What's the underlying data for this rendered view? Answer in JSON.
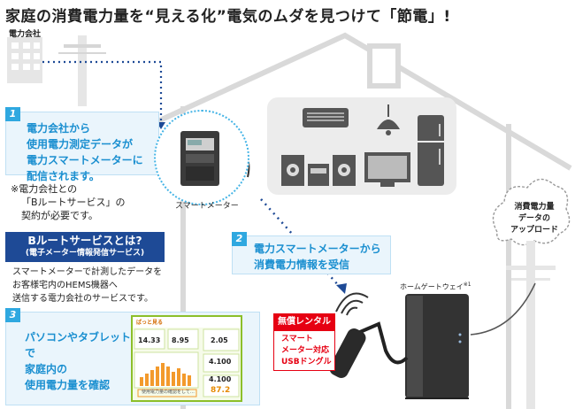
{
  "headline": "家庭の消費電力量を“見える化”電気のムダを見つけて「節電」!",
  "power_company_label": "電力会社",
  "step1": {
    "number": "1",
    "lines": [
      "電力会社から",
      "使用電力測定データが",
      "電力スマートメーターに",
      "配信されます。"
    ],
    "note": [
      "※電力会社との",
      "「Bルートサービス」の",
      "契約が必要です。"
    ]
  },
  "broute": {
    "title": "Bルートサービスとは?",
    "subtitle": "(電子メーター情報発信サービス)",
    "desc": [
      "スマートメーターで計測したデータを",
      "お客様宅内のHEMS機器へ",
      "送信する電力会社のサービスです。"
    ]
  },
  "step2": {
    "number": "2",
    "lines": [
      "電力スマートメーターから",
      "消費電力情報を受信"
    ]
  },
  "step3": {
    "number": "3",
    "lines": [
      "パソコンやタブレットで",
      "家庭内の",
      "使用電力量を確認"
    ]
  },
  "smart_meter_label": "スマートメーター",
  "hgw_label": "ホームゲートウェイ",
  "hgw_footnote": "※1",
  "cloud_lines": [
    "消費電力量",
    "データの",
    "アップロード"
  ],
  "rental": {
    "head": "無償レンタル",
    "lines": [
      "スマート",
      "メーター対応",
      "USBドングル"
    ]
  },
  "monitor": {
    "logo": "ぱっと見る",
    "readings": [
      "14.33",
      "8.95",
      "2.05",
      "4.100",
      "4.100",
      "87.2"
    ],
    "notice": "使用電力量の確認をして…"
  },
  "colors": {
    "accent_blue": "#2fa8e0",
    "step_text": "#1a8fd0",
    "broute_navy": "#1e4a96",
    "rental_red": "#e60012",
    "house_line": "#d8d8d8",
    "monitor_green": "#8cbf2a"
  }
}
